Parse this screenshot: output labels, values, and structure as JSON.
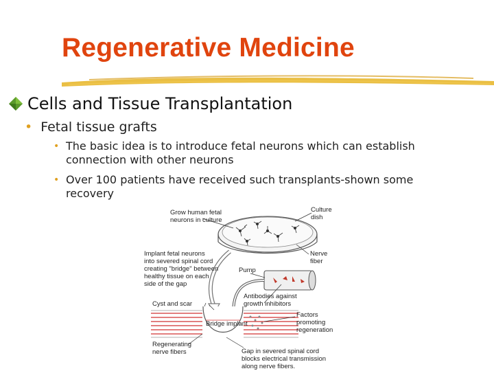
{
  "slide": {
    "title": "Regenerative Medicine",
    "bullet1": "Cells and Tissue Transplantation",
    "bullet2": "Fetal tissue grafts",
    "sub_bullets": [
      "The basic idea is to introduce fetal neurons which can establish connection with other neurons",
      "Over 100 patients have received such transplants-shown some recovery"
    ]
  },
  "figure": {
    "labels": {
      "grow": "Grow human fetal\nneurons in culture",
      "culture": "Culture\ndish",
      "nerve": "Nerve\nfiber",
      "implant": "Implant fetal neurons\ninto severed spinal cord\ncreating \"bridge\" between\nhealthy tissue on each\nside of the gap",
      "pump": "Pump",
      "antibodies": "Antibodies against\ngrowth inhibitors",
      "cyst": "Cyst and scar",
      "bridge": "Bridge implant",
      "factors": "Factors\npromoting\nregeneration",
      "regen": "Regenerating\nnerve fibers",
      "gap": "Gap in severed spinal cord\nblocks electrical transmission\nalong nerve fibers."
    }
  },
  "colors": {
    "title": "#e0440e",
    "bullet_diamond": "#5a9a2a",
    "sub_bullet": "#e0a020",
    "swoosh": "#e8b830",
    "fiber_red": "#d03030"
  }
}
